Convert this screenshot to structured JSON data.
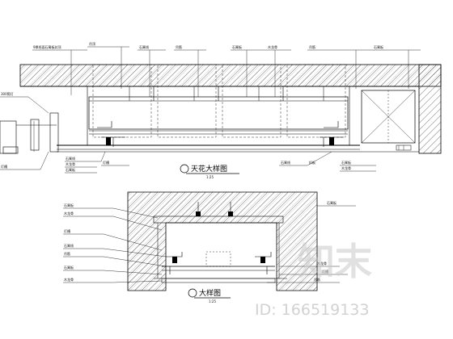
{
  "top_section": {
    "title": "天花大样图",
    "scale": "1:25",
    "top_callouts": [
      "9厚纸面石膏板封顶",
      "吊顶",
      "石膏线",
      "吊筋",
      "石膏板",
      "木龙骨",
      "吊筋",
      "石膏板"
    ],
    "left_callouts": [
      "300筒灯",
      "灯槽"
    ],
    "bottom_callouts": [
      "石膏线",
      "木龙骨",
      "石膏板",
      "灯槽",
      "石膏线",
      "扣板"
    ],
    "bottom_right_callouts": [
      "石膏板",
      "木龙骨"
    ]
  },
  "bottom_section": {
    "title": "大样图",
    "scale": "1:25",
    "left_callouts": [
      "石膏板",
      "木龙骨",
      "灯槽",
      "石膏线",
      "吊筋",
      "石膏板",
      "木龙骨"
    ],
    "right_callouts": [
      "石膏板",
      "木龙骨",
      "灯槽",
      "吊筋"
    ]
  },
  "watermark": {
    "logo_text": "知末",
    "id_text": "ID: 166519133"
  }
}
